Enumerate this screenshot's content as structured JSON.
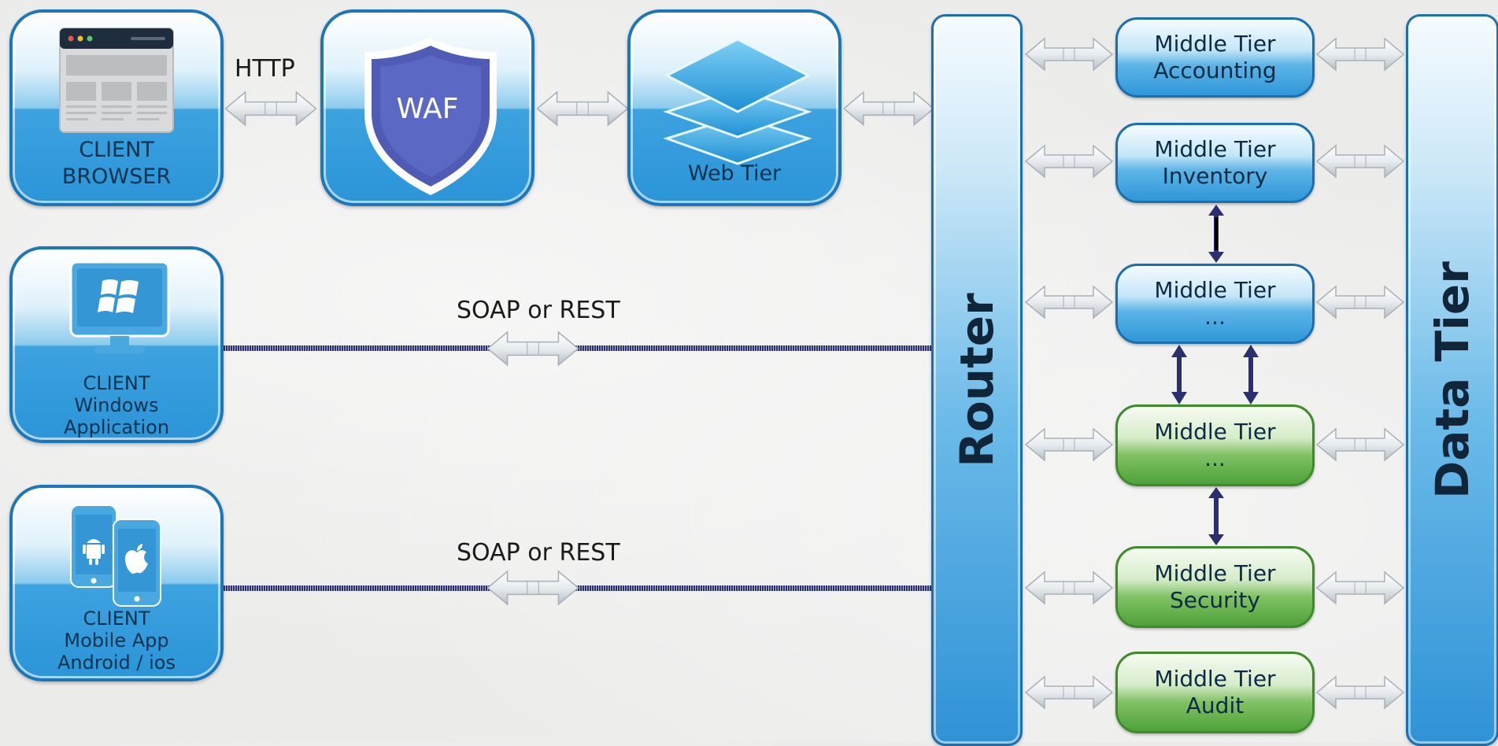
{
  "clients": {
    "browser": {
      "line1": "CLIENT",
      "line2": "BROWSER"
    },
    "windows": {
      "line1": "CLIENT",
      "line2": "Windows",
      "line3": "Application"
    },
    "mobile": {
      "line1": "CLIENT",
      "line2": "Mobile App",
      "line3": "Android / ios"
    }
  },
  "waf": {
    "label": "WAF"
  },
  "web_tier": {
    "label": "Web Tier"
  },
  "router": {
    "label": "Router"
  },
  "data_tier": {
    "label": "Data Tier"
  },
  "edge_labels": {
    "http": "HTTP",
    "soap_windows": "SOAP or REST",
    "soap_mobile": "SOAP or REST"
  },
  "middle_tiers": [
    {
      "line1": "Middle Tier",
      "line2": "Accounting",
      "color": "blue"
    },
    {
      "line1": "Middle Tier",
      "line2": "Inventory",
      "color": "blue"
    },
    {
      "line1": "Middle Tier",
      "line2": "...",
      "color": "blue"
    },
    {
      "line1": "Middle Tier",
      "line2": "...",
      "color": "green"
    },
    {
      "line1": "Middle Tier",
      "line2": "Security",
      "color": "green"
    },
    {
      "line1": "Middle Tier",
      "line2": "Audit",
      "color": "green"
    }
  ],
  "colors": {
    "tile_border": "#1c77b8",
    "blue_fill": "#2f97d9",
    "green_fill": "#4ea23a",
    "connector": "#2a2f6e"
  }
}
